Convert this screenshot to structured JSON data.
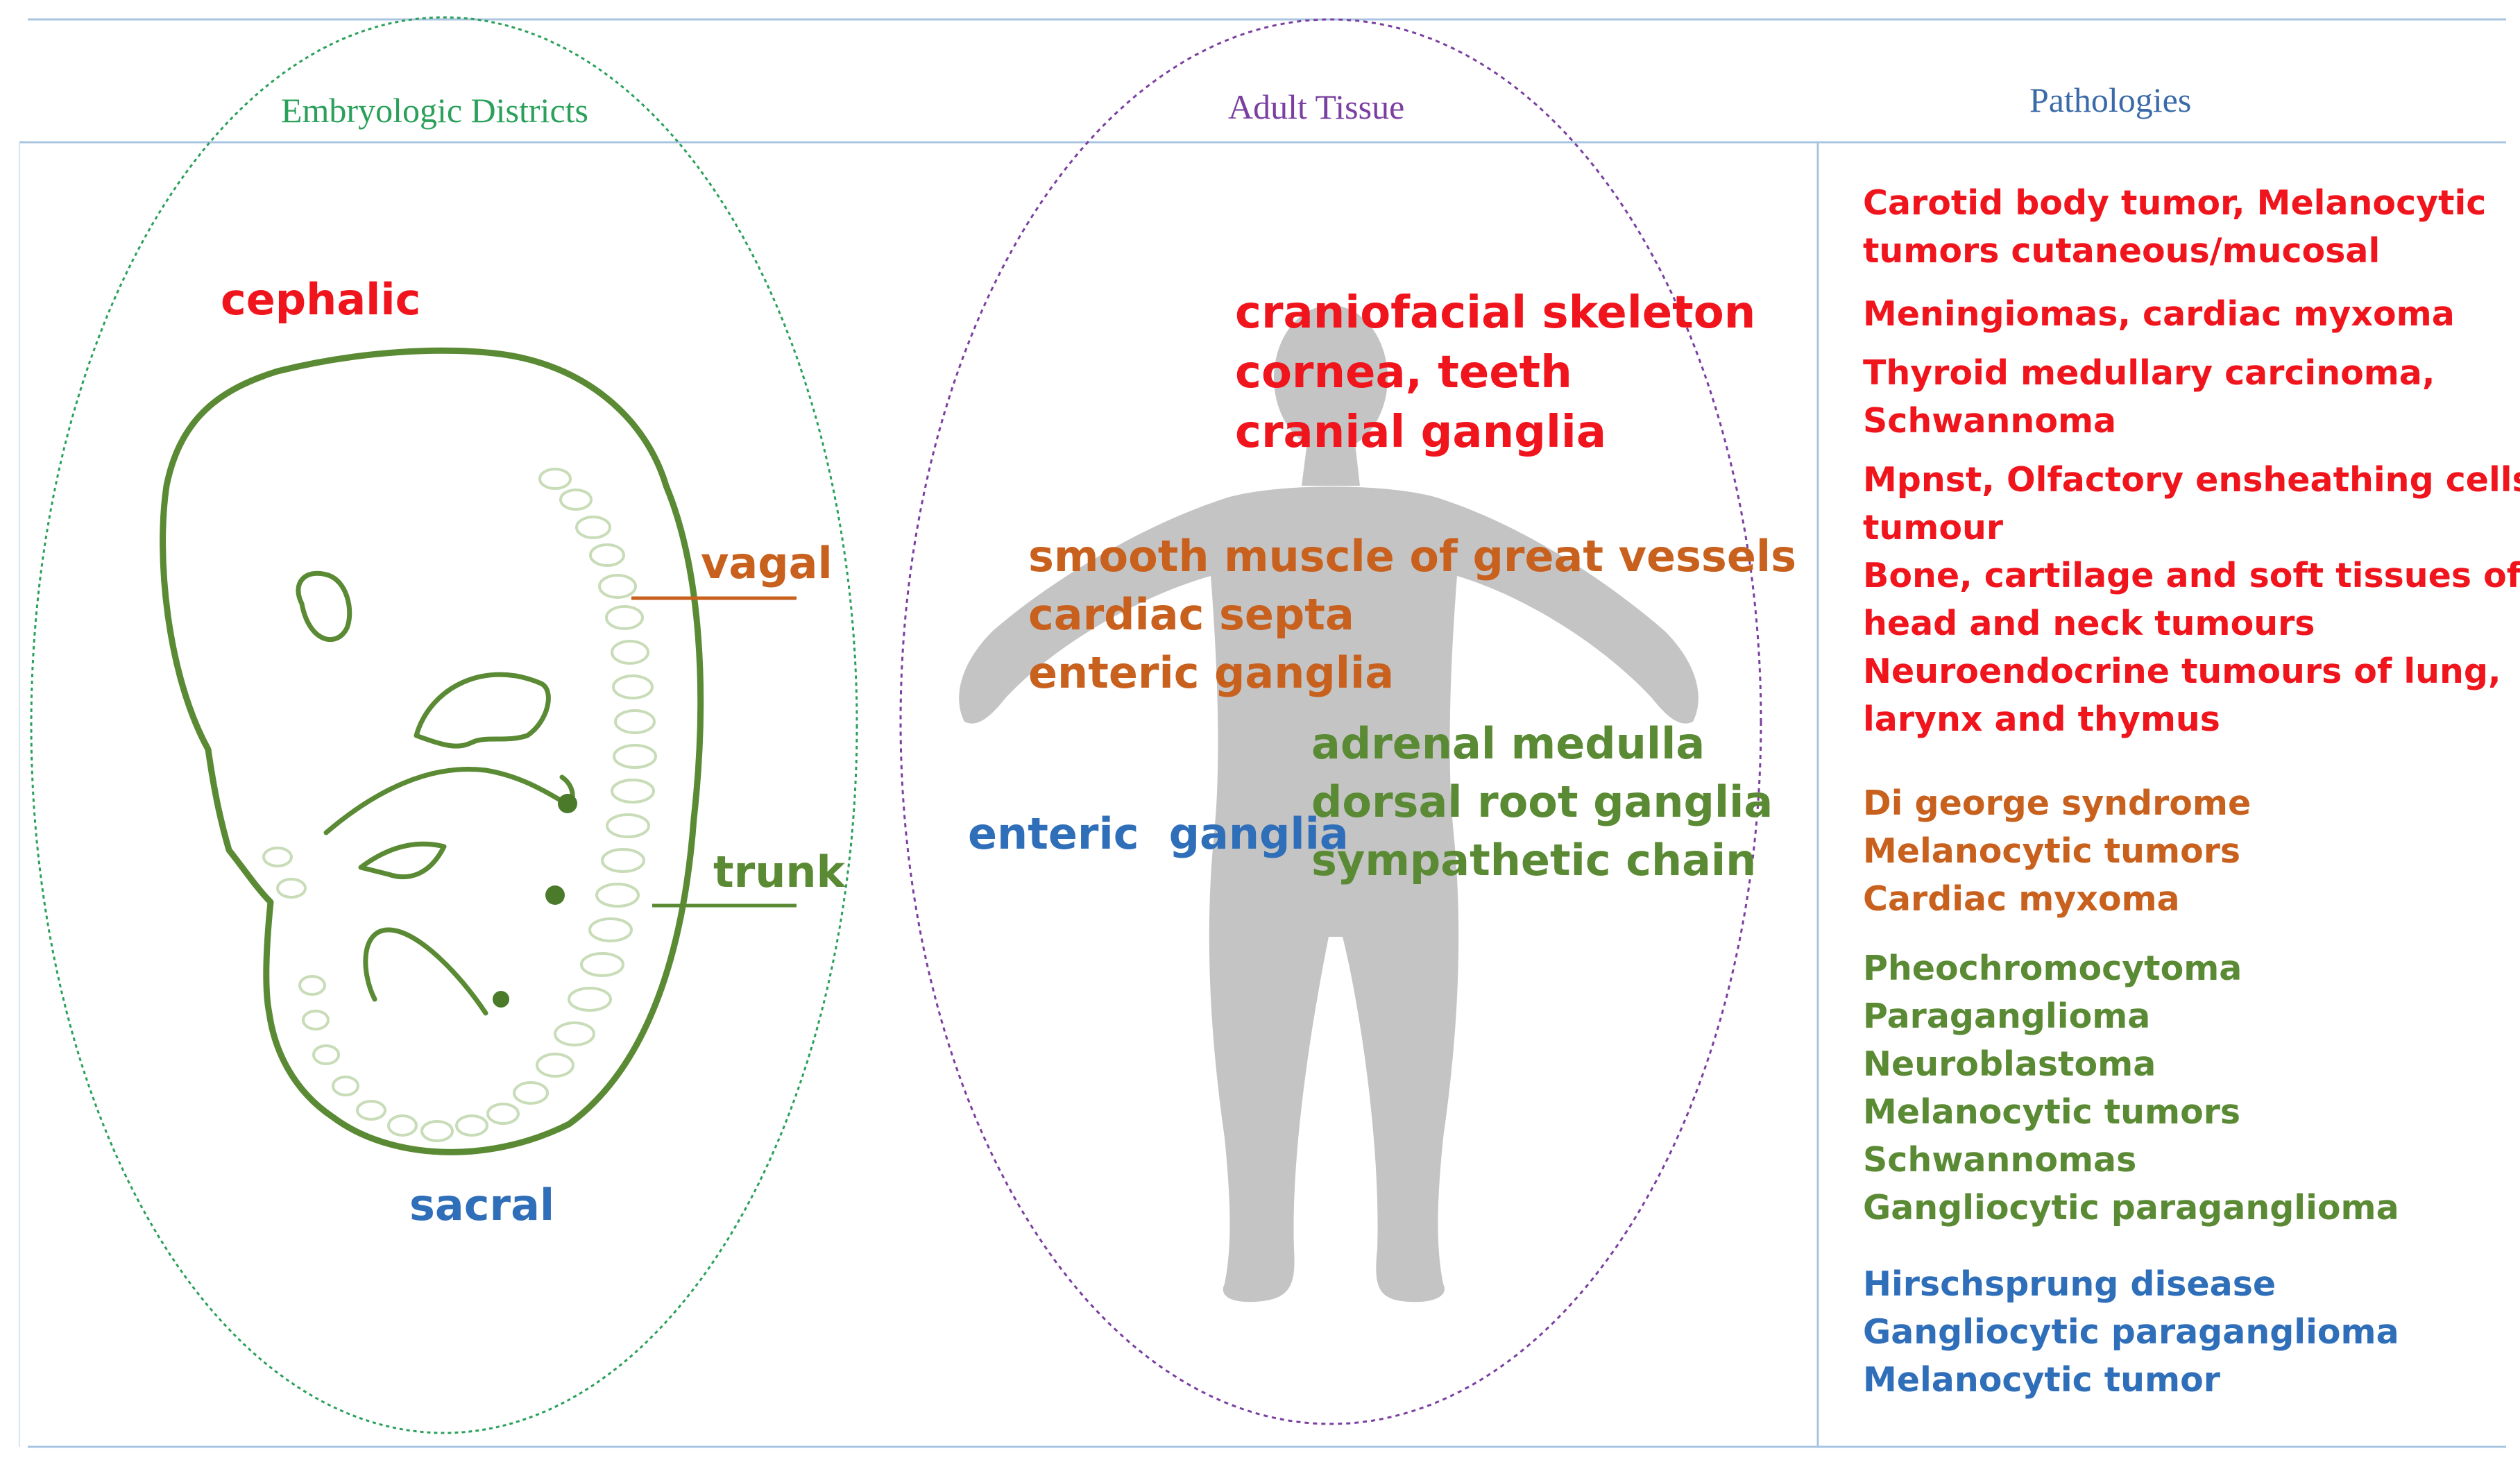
{
  "headers": {
    "embryologic": "Embryologic Districts",
    "adult": "Adult Tissue",
    "pathologies": "Pathologies"
  },
  "colors": {
    "cephalic": "#f0141c",
    "vagal": "#c8601e",
    "trunk": "#5a8a34",
    "sacral": "#2f6eb8",
    "embryologic_header": "#2aa05a",
    "adult_header": "#7a3fa0",
    "pathologies_header": "#3a6aa8",
    "embryo_outline": "#5a8a34"
  },
  "embryo": {
    "cephalic": "cephalic",
    "vagal": "vagal",
    "trunk": "trunk",
    "sacral": "sacral"
  },
  "adult": {
    "cephalic": [
      "craniofacial skeleton",
      "cornea, teeth",
      "cranial ganglia"
    ],
    "vagal": [
      "smooth muscle of great vessels",
      "cardiac septa",
      "enteric ganglia"
    ],
    "trunk": [
      "adrenal medulla",
      "dorsal root ganglia",
      "sympathetic chain"
    ],
    "sacral": "enteric  ganglia"
  },
  "pathologies": {
    "cephalic": [
      "Carotid body tumor, Melanocytic",
      "tumors cutaneous/mucosal",
      "Meningiomas, cardiac myxoma",
      "Thyroid medullary carcinoma,",
      "Schwannoma",
      "Mpnst, Olfactory ensheathing cells",
      "tumour",
      "Bone, cartilage and soft tissues of",
      "head and neck tumours",
      "Neuroendocrine tumours of lung,",
      "larynx and thymus"
    ],
    "vagal": [
      "Di george syndrome",
      "Melanocytic tumors",
      "Cardiac myxoma"
    ],
    "trunk": [
      "Pheochromocytoma",
      "Paraganglioma",
      "Neuroblastoma",
      "Melanocytic tumors",
      "Schwannomas",
      "Gangliocytic paraganglioma"
    ],
    "sacral": [
      "Hirschsprung disease",
      "Gangliocytic paraganglioma",
      "Melanocytic tumor"
    ]
  }
}
